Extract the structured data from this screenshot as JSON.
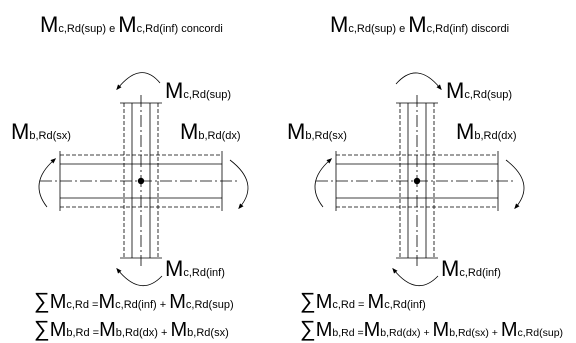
{
  "panels": [
    {
      "title": {
        "m1": "M",
        "s1": "c,Rd(sup)",
        "conj": " e ",
        "m2": "M",
        "s2": "c,Rd(inf)",
        "tail": " concordi"
      },
      "labels": {
        "top": {
          "m": "M",
          "s": "c,Rd(sup)"
        },
        "left": {
          "m": "M",
          "s": "b,Rd(sx)"
        },
        "right": {
          "m": "M",
          "s": "b,Rd(dx)"
        },
        "bottom": {
          "m": "M",
          "s": "c,Rd(inf)"
        }
      },
      "eq1": {
        "sig": "∑",
        "m0": "M",
        "s0": "c,Rd",
        "e": " =",
        "m1": "M",
        "s1": "c,Rd(inf)",
        "p": " + ",
        "m2": "M",
        "s2": "c,Rd(sup)"
      },
      "eq2": {
        "sig": "∑",
        "m0": "M",
        "s0": "b,Rd",
        "e": " =",
        "m1": "M",
        "s1": "b,Rd(dx)",
        "p": " + ",
        "m2": "M",
        "s2": "b,Rd(sx)"
      }
    },
    {
      "title": {
        "m1": "M",
        "s1": "c,Rd(sup)",
        "conj": " e ",
        "m2": "M",
        "s2": "c,Rd(inf)",
        "tail": " discordi"
      },
      "labels": {
        "top": {
          "m": "M",
          "s": "c,Rd(sup)"
        },
        "left": {
          "m": "M",
          "s": "b,Rd(sx)"
        },
        "right": {
          "m": "M",
          "s": "b,Rd(dx)"
        },
        "bottom": {
          "m": "M",
          "s": "c,Rd(inf)"
        }
      },
      "eq1": {
        "sig": "∑",
        "m0": "M",
        "s0": "c,Rd",
        "e": " = ",
        "m1": "M",
        "s1": "c,Rd(inf)"
      },
      "eq2": {
        "sig": "∑",
        "m0": "M",
        "s0": "b,Rd",
        "e": " =",
        "m1": "M",
        "s1": "b,Rd(dx)",
        "p": " + ",
        "m2": "M",
        "s2": "b,Rd(sx)",
        "p2": " + ",
        "m3": "M",
        "s3": "c,Rd(sup)"
      }
    }
  ]
}
